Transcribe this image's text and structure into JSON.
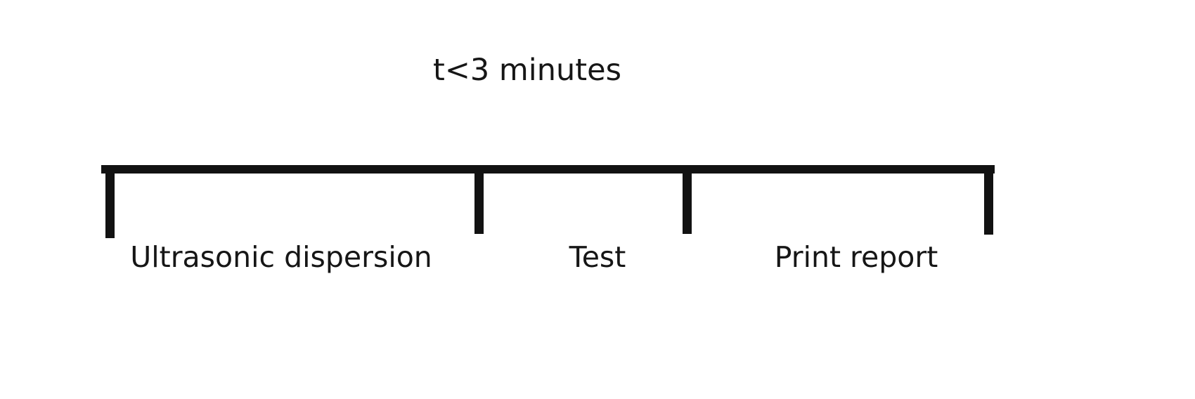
{
  "title": "t<3 minutes",
  "timeline": {
    "segments": [
      {
        "label": "Ultrasonic dispersion"
      },
      {
        "label": "Test"
      },
      {
        "label": "Print report"
      }
    ]
  },
  "colors": {
    "line": "#121212",
    "text": "#161616",
    "background": "#ffffff"
  }
}
